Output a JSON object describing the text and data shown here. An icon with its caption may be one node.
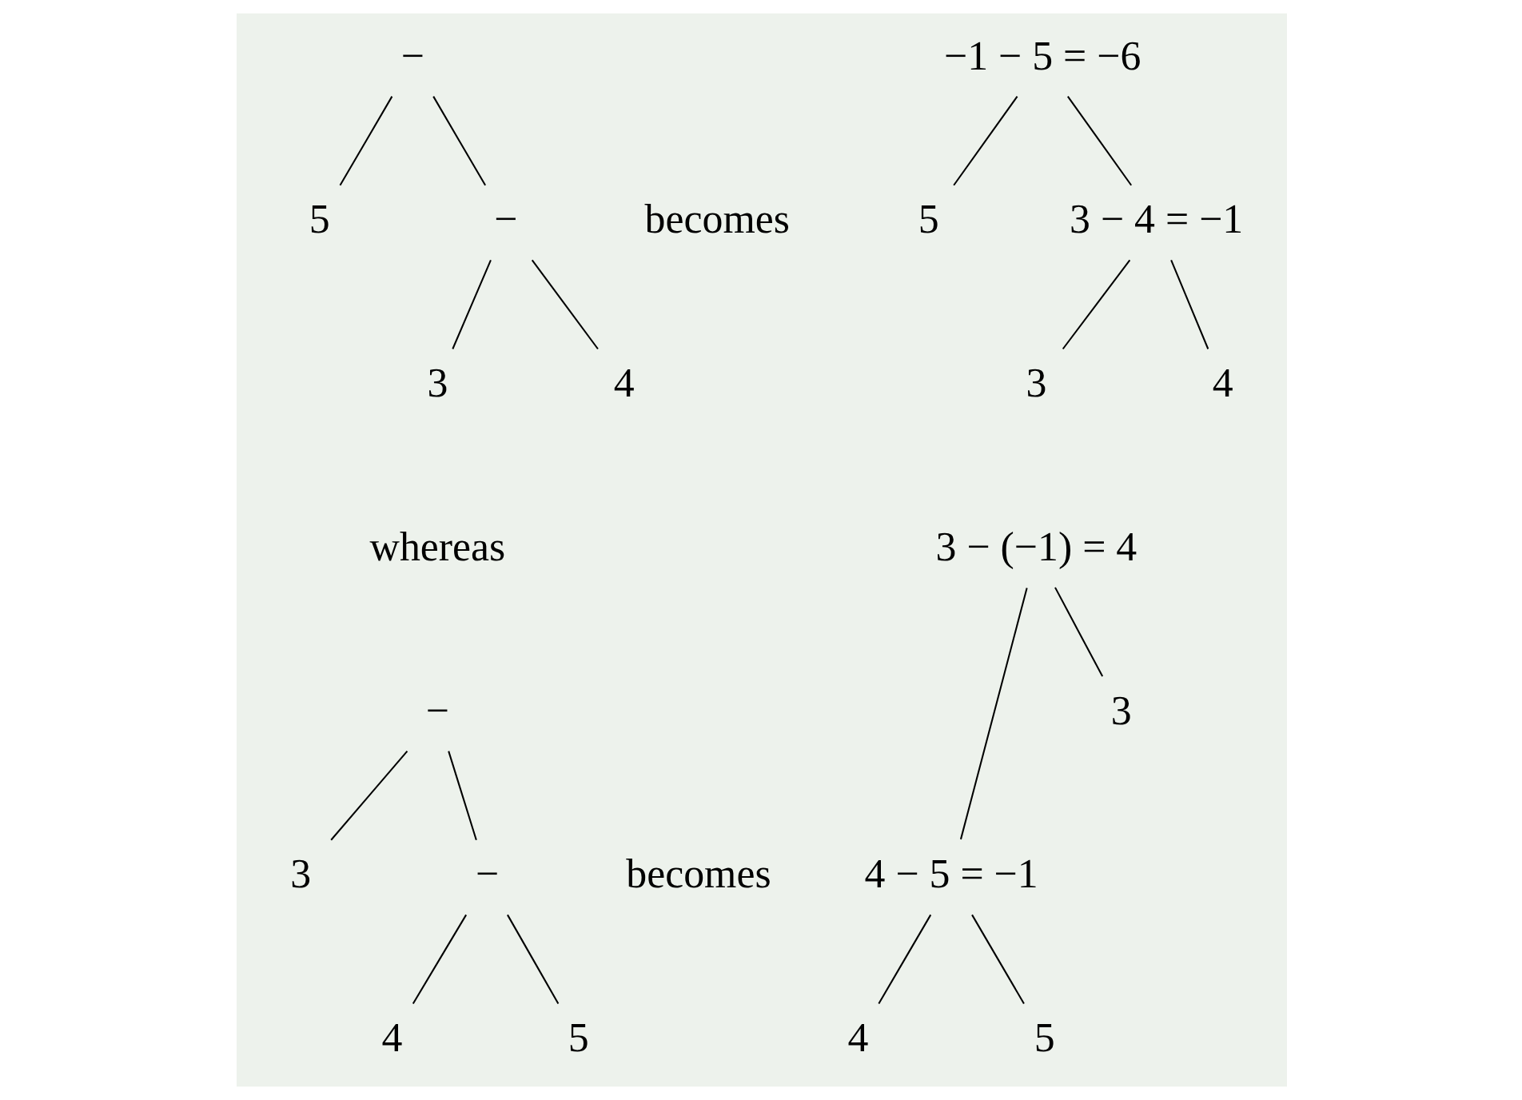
{
  "diagram": {
    "nodes": [
      {
        "text": [
          "−"
        ]
      },
      {
        "text": [
          "−"
        ]
      },
      {
        "text": [
          "5"
        ]
      },
      {
        "text": [
          "3"
        ]
      },
      {
        "text": [
          "4"
        ]
      },
      {
        "text": [
          "−1 − 5 = −6"
        ]
      },
      {
        "text": [
          "3 − 4 = −1"
        ]
      },
      {
        "text": [
          "5"
        ]
      },
      {
        "text": [
          "3"
        ]
      },
      {
        "text": [
          "4"
        ]
      },
      {
        "text": [
          "−"
        ]
      },
      {
        "text": [
          "3"
        ]
      },
      {
        "text": [
          "−"
        ]
      },
      {
        "text": [
          "4"
        ]
      },
      {
        "text": [
          "5"
        ]
      },
      {
        "text": [
          "3 − (−1) = 4"
        ]
      },
      {
        "text": [
          "3"
        ]
      },
      {
        "text": [
          "4 − 5 = −1"
        ]
      },
      {
        "text": [
          "4"
        ]
      },
      {
        "text": [
          "5"
        ]
      }
    ],
    "edges": [
      {
        "from": 0,
        "to": 1,
        "arrow": "none"
      },
      {
        "from": 0,
        "to": 2,
        "arrow": "none"
      },
      {
        "from": 1,
        "to": 3,
        "arrow": "none"
      },
      {
        "from": 1,
        "to": 4,
        "arrow": "none"
      },
      {
        "from": 5,
        "to": 6,
        "arrow": "none"
      },
      {
        "from": 5,
        "to": 7,
        "arrow": "none"
      },
      {
        "from": 6,
        "to": 8,
        "arrow": "none"
      },
      {
        "from": 6,
        "to": 9,
        "arrow": "none"
      },
      {
        "from": 10,
        "to": 11,
        "arrow": "none"
      },
      {
        "from": 10,
        "to": 12,
        "arrow": "none"
      },
      {
        "from": 12,
        "to": 13,
        "arrow": "none"
      },
      {
        "from": 12,
        "to": 14,
        "arrow": "none"
      },
      {
        "from": 15,
        "to": 16,
        "arrow": "none"
      },
      {
        "from": 15,
        "to": 17,
        "arrow": "none"
      },
      {
        "from": 17,
        "to": 18,
        "arrow": "none"
      },
      {
        "from": 17,
        "to": 19,
        "arrow": "none"
      }
    ],
    "labels": [
      "becomes",
      "whereas",
      "becomes"
    ]
  }
}
